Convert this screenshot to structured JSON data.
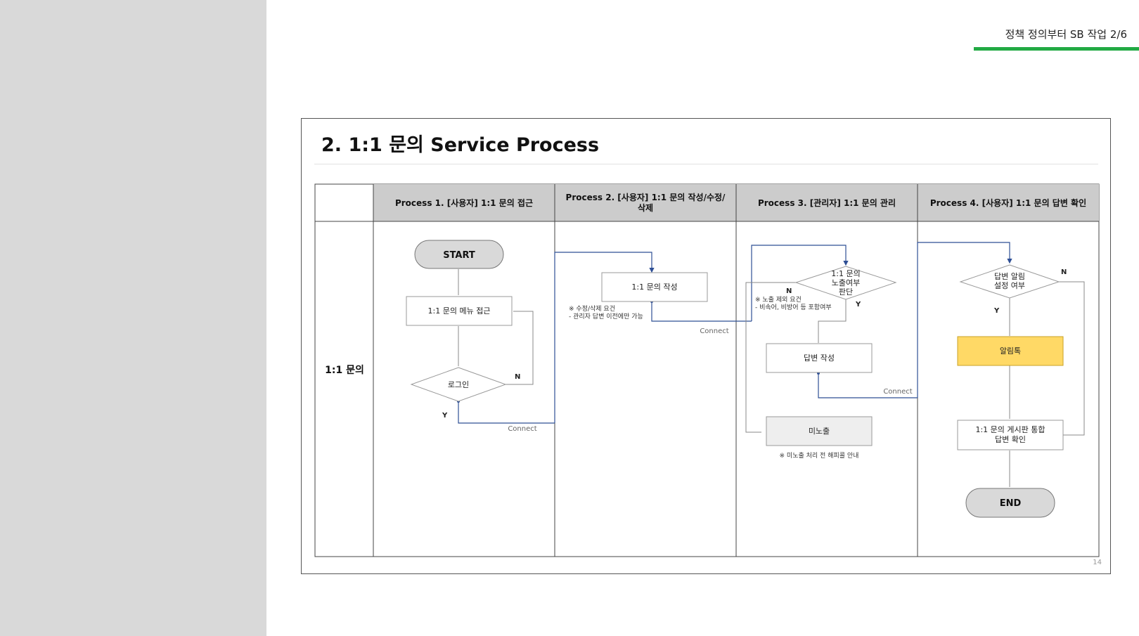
{
  "header": {
    "label": "정책 정의부터 SB 작업 2/6"
  },
  "slide": {
    "title": "2. 1:1 문의 Service Process",
    "page_number": "14"
  },
  "colors": {
    "accent_green": "#22aa44",
    "highlight_yellow": "#ffd966",
    "header_gray": "#cccccc",
    "gray_box": "#eeeeee",
    "connector_blue": "#2e4f95"
  },
  "diagram": {
    "row_label": "1:1 문의",
    "lanes": [
      {
        "header_lines": [
          "Process 1. [사용자] 1:1 문의 접근"
        ]
      },
      {
        "header_lines": [
          "Process 2. [사용자] 1:1 문의 작성/수정/",
          "삭제"
        ]
      },
      {
        "header_lines": [
          "Process 3. [관리자] 1:1 문의 관리"
        ]
      },
      {
        "header_lines": [
          "Process 4. [사용자] 1:1 문의 답변 확인"
        ]
      }
    ],
    "nodes": {
      "start": "START",
      "menu_access": "1:1 문의 메뉴 접근",
      "login": "로그인",
      "write_inquiry": "1:1 문의 작성",
      "exposure_check": [
        "1:1 문의",
        "노출여부",
        "판단"
      ],
      "write_answer": "답변 작성",
      "unexposed": "미노출",
      "notification_setting": [
        "답변 알림",
        "설정 여부"
      ],
      "alimtalk": "알림톡",
      "board_check": [
        "1:1 문의 게시판 통합",
        "답변 확인"
      ],
      "end": "END"
    },
    "notes": {
      "edit_condition": [
        "※ 수정/삭제 요건",
        "- 관리자 답변 이전에만 가능"
      ],
      "exclusion_condition": [
        "※ 노출 제외 요건",
        "- 비속어, 비방어 등 포함여부"
      ],
      "unexposed_guide": "※ 미노출 처리 전 해피콜 안내"
    },
    "connector_label": "Connect",
    "yes": "Y",
    "no": "N"
  }
}
